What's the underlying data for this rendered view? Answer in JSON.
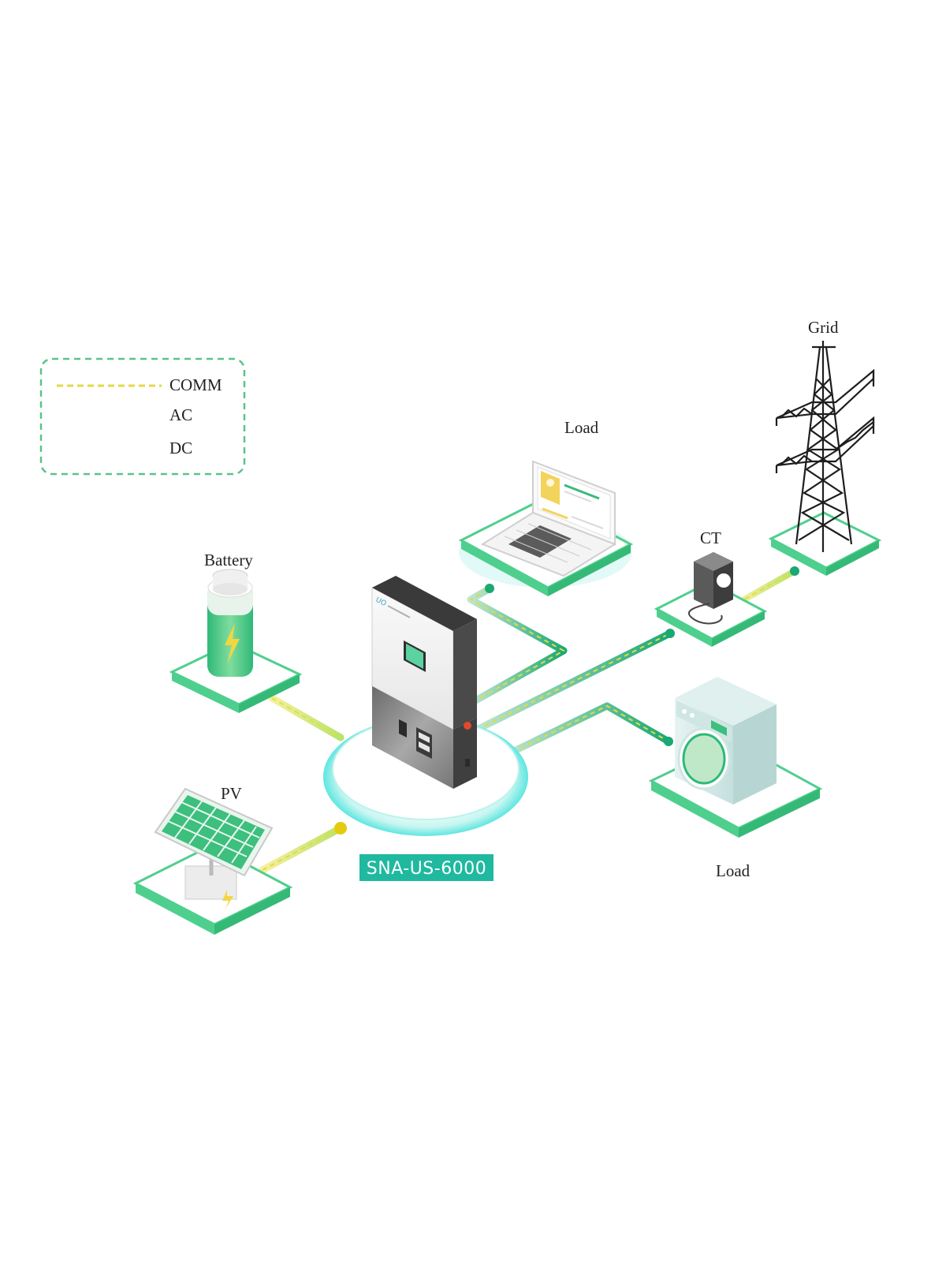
{
  "legend": {
    "comm_label": "COMM",
    "ac_label": "AC",
    "dc_label": "DC"
  },
  "components": {
    "grid_label": "Grid",
    "laptop_load_label": "Load",
    "ct_label": "CT",
    "battery_label": "Battery",
    "pv_label": "PV",
    "washer_load_label": "Load",
    "inverter_model": "SNA-US-6000"
  },
  "colors": {
    "ac_green": "#22b07a",
    "dc_yellow": "#e8d21f",
    "comm_yellow": "#e4d84a",
    "badge_teal": "#1fb9a0",
    "platform_green": "#4fcf8e",
    "glow_cyan": "#5fe6e0"
  }
}
